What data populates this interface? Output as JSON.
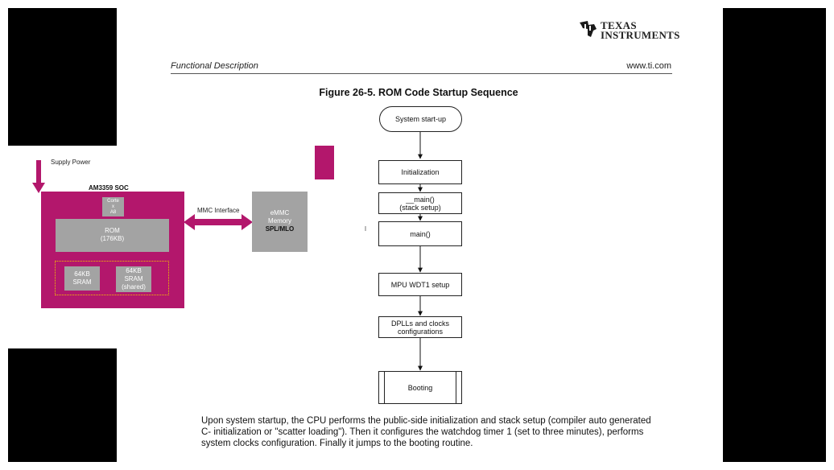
{
  "header": {
    "brand_line1": "TEXAS",
    "brand_line2": "INSTRUMENTS",
    "section": "Functional Description",
    "url": "www.ti.com"
  },
  "figure": {
    "title": "Figure 26-5. ROM Code Startup Sequence",
    "steps": {
      "start": "System start-up",
      "init": "Initialization",
      "main_underscore_1": "__main()",
      "main_underscore_2": "(stack setup)",
      "main": "main()",
      "wdt": "MPU WDT1 setup",
      "dpll_1": "DPLLs and clocks",
      "dpll_2": "configurations",
      "boot": "Booting"
    }
  },
  "paragraph": "Upon system startup, the CPU performs the public-side initialization and stack setup (compiler auto generated C- initialization or \"scatter loading\"). Then it configures the watchdog timer 1 (set to three minutes), performs system clocks configuration. Finally it jumps to the booting routine.",
  "soc": {
    "supply_power": "Supply Power",
    "soc_name": "AM3359 SOC",
    "cortex_1": "Corte",
    "cortex_2": "x",
    "cortex_3": "A8",
    "rom_1": "ROM",
    "rom_2": "(176KB)",
    "sram1_1": "64KB",
    "sram1_2": "SRAM",
    "sram2_1": "64KB",
    "sram2_2": "SRAM",
    "sram2_3": "(shared)",
    "mmc_interface": "MMC Interface",
    "emmc_1": "eMMC",
    "emmc_2": "Memory",
    "emmc_3": "SPL/MLO"
  },
  "colors": {
    "magenta": "#b3176c",
    "gray": "#a3a3a3",
    "dotted": "#f2c200"
  }
}
